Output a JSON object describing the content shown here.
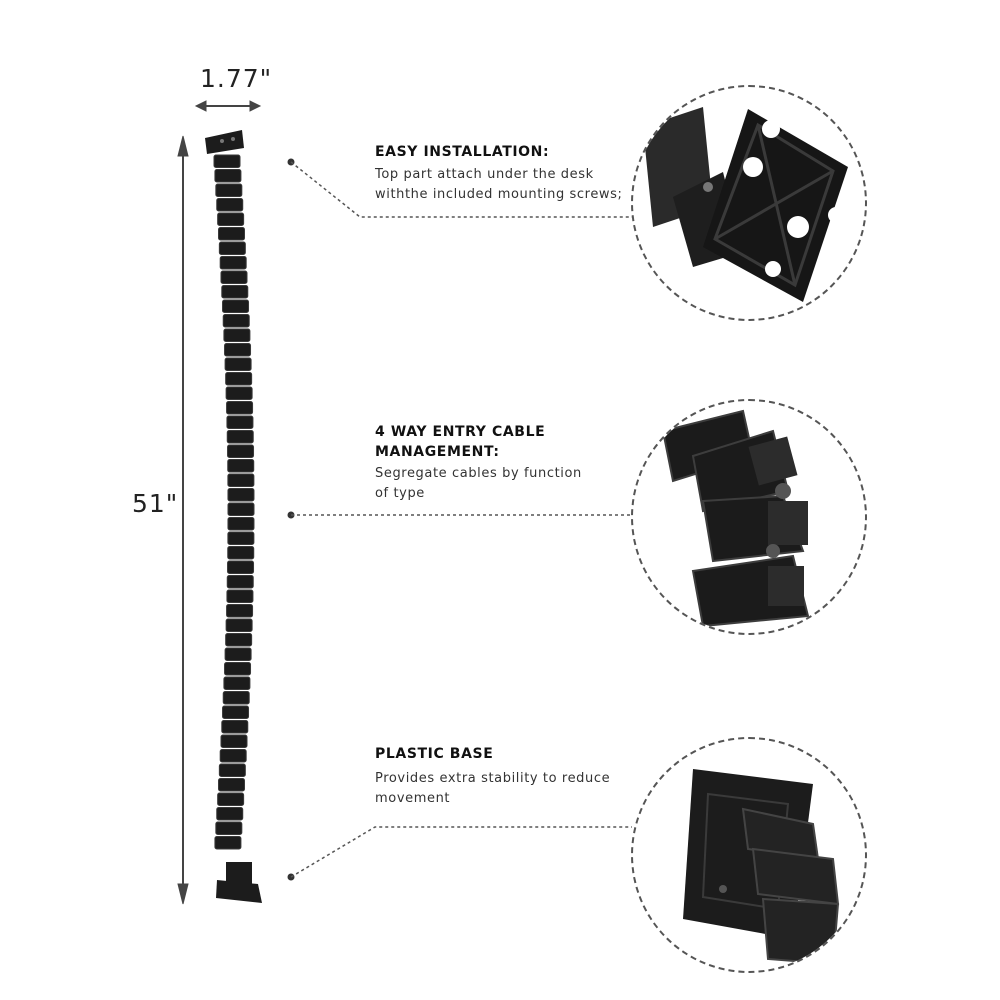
{
  "dimensions": {
    "width_label": "1.77\"",
    "length_label": "51\""
  },
  "features": [
    {
      "title": "EASY INSTALLATION:",
      "description": "Top part attach under the desk\nwiththe included mounting screws;"
    },
    {
      "title": "4 WAY ENTRY CABLE\nMANAGEMENT:",
      "description": "Segregate cables by function\nof type"
    },
    {
      "title": "PLASTIC BASE",
      "description": "Provides extra stability to reduce\nmovement"
    }
  ],
  "colors": {
    "product": "#1c1c1c",
    "segment_edge": "#3a3a3a",
    "dashed_line": "#555555"
  }
}
